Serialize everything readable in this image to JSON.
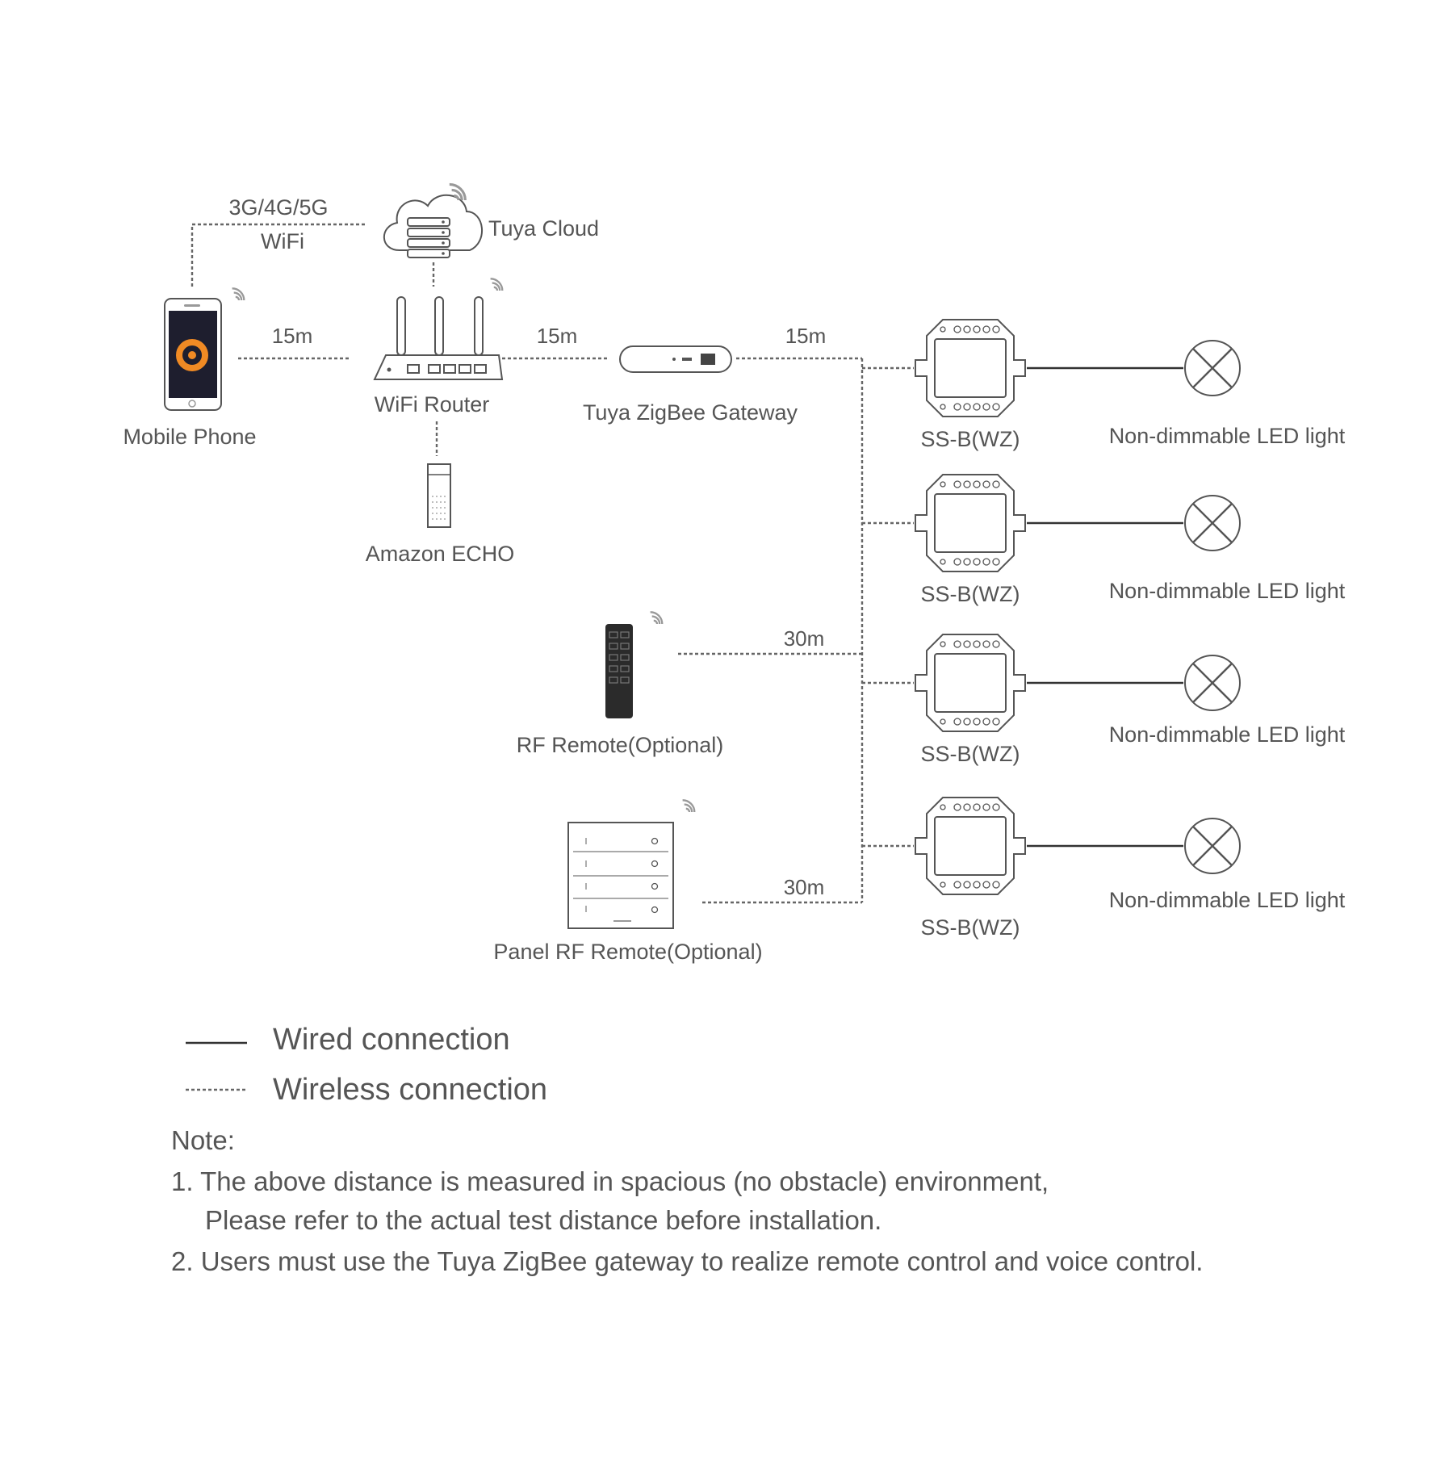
{
  "network": {
    "cloud_label": "Tuya Cloud",
    "uplink_line1": "3G/4G/5G",
    "uplink_line2": "WiFi",
    "phone_label": "Mobile Phone",
    "router_label": "WiFi Router",
    "gateway_label": "Tuya ZigBee Gateway",
    "echo_label": "Amazon ECHO",
    "rf_remote_label": "RF Remote(Optional)",
    "panel_remote_label": "Panel RF Remote(Optional)",
    "dist_phone_router": "15m",
    "dist_router_gateway": "15m",
    "dist_gateway_devices": "15m",
    "dist_rf_remote": "30m",
    "dist_panel_remote": "30m"
  },
  "devices": [
    {
      "module_label": "SS-B(WZ)",
      "light_label": "Non-dimmable LED light"
    },
    {
      "module_label": "SS-B(WZ)",
      "light_label": "Non-dimmable LED light"
    },
    {
      "module_label": "SS-B(WZ)",
      "light_label": "Non-dimmable LED light"
    },
    {
      "module_label": "SS-B(WZ)",
      "light_label": "Non-dimmable LED light"
    }
  ],
  "legend": {
    "wired": "Wired connection",
    "wireless": "Wireless connection"
  },
  "notes": {
    "heading": "Note:",
    "item1_line1": "1. The above distance is measured in spacious (no obstacle) environment,",
    "item1_line2": "Please refer to the actual test distance before installation.",
    "item2": "2. Users must use the Tuya ZigBee gateway to realize remote control and voice control."
  },
  "colors": {
    "text": "#555555",
    "line": "#333333",
    "phone_screen": "#1e1e2e",
    "phone_accent": "#f08a24",
    "remote_body": "#2b2b2b"
  }
}
